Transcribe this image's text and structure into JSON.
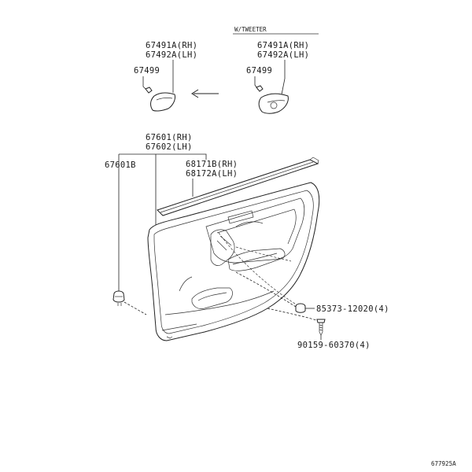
{
  "variant_note": "W/TWEETER",
  "callouts": {
    "top_left": {
      "line1": "67491A(RH)",
      "line2": "67492A(LH)",
      "clip": "67499"
    },
    "top_right": {
      "line1": "67491A(RH)",
      "line2": "67492A(LH)",
      "clip": "67499"
    },
    "panel": {
      "line1": "67601(RH)",
      "line2": "67602(LH)"
    },
    "panel_sub": "67601B",
    "weatherstrip": {
      "line1": "68171B(RH)",
      "line2": "68172A(LH)"
    },
    "clip_bolt": "85373-12020(4)",
    "screw": "90159-60370(4)"
  },
  "figure_id": "677925A"
}
